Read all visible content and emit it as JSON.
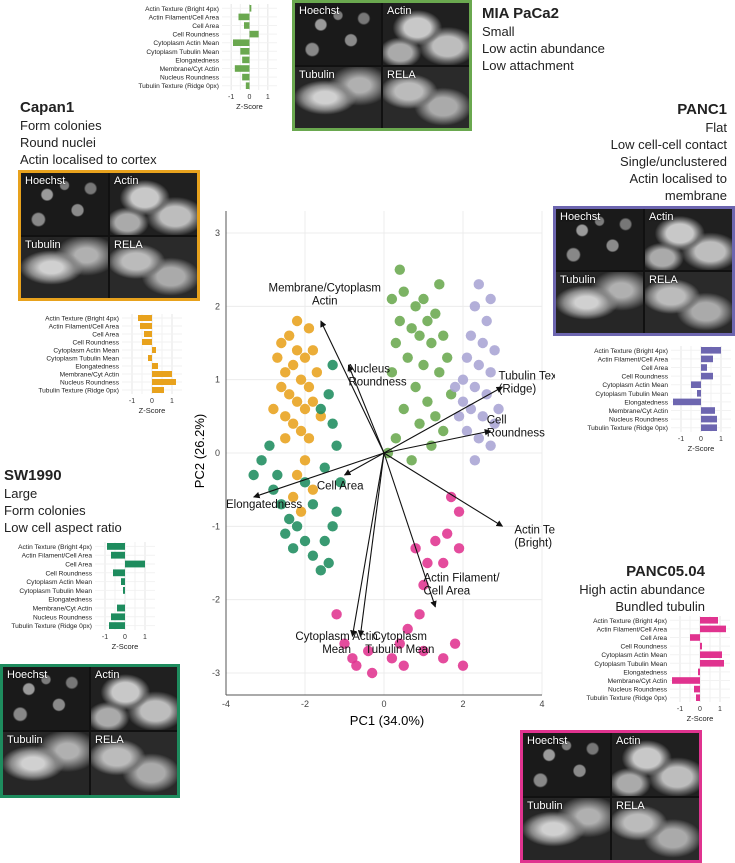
{
  "chart_data": {
    "type": "scatter",
    "xlabel": "PC1 (34.0%)",
    "ylabel": "PC2 (26.2%)",
    "xlim": [
      -4,
      4
    ],
    "ylim": [
      -3.3,
      3.3
    ],
    "x_ticks": [
      -4,
      -2,
      0,
      2,
      4
    ],
    "y_ticks": [
      -3,
      -2,
      -1,
      0,
      1,
      2,
      3
    ],
    "grid": true,
    "series": [
      {
        "name": "Capan1",
        "color": "#E8A21D",
        "points": [
          [
            -2.6,
            1.5
          ],
          [
            -2.4,
            1.6
          ],
          [
            -2.2,
            1.4
          ],
          [
            -2.0,
            1.3
          ],
          [
            -1.8,
            1.4
          ],
          [
            -2.3,
            1.2
          ],
          [
            -2.5,
            1.1
          ],
          [
            -2.1,
            1.0
          ],
          [
            -1.9,
            0.9
          ],
          [
            -2.4,
            0.8
          ],
          [
            -2.2,
            0.7
          ],
          [
            -2.0,
            0.6
          ],
          [
            -1.8,
            0.7
          ],
          [
            -2.5,
            0.5
          ],
          [
            -2.3,
            0.4
          ],
          [
            -2.6,
            0.9
          ],
          [
            -2.1,
            0.3
          ],
          [
            -1.9,
            0.2
          ],
          [
            -2.0,
            -0.1
          ],
          [
            -2.2,
            -0.3
          ],
          [
            -1.7,
            1.1
          ],
          [
            -2.7,
            1.3
          ],
          [
            -1.6,
            0.5
          ],
          [
            -2.8,
            0.6
          ],
          [
            -2.3,
            -0.6
          ],
          [
            -2.1,
            -0.8
          ],
          [
            -1.8,
            -0.5
          ],
          [
            -2.2,
            1.8
          ],
          [
            -1.9,
            1.7
          ],
          [
            -2.5,
            0.2
          ]
        ]
      },
      {
        "name": "MIA PaCa2",
        "color": "#6AA84F",
        "points": [
          [
            0.2,
            2.1
          ],
          [
            0.5,
            2.2
          ],
          [
            0.8,
            2.0
          ],
          [
            1.0,
            2.1
          ],
          [
            1.3,
            1.9
          ],
          [
            0.4,
            1.8
          ],
          [
            0.7,
            1.7
          ],
          [
            0.9,
            1.6
          ],
          [
            1.2,
            1.5
          ],
          [
            1.5,
            1.6
          ],
          [
            0.3,
            1.5
          ],
          [
            0.6,
            1.3
          ],
          [
            1.0,
            1.2
          ],
          [
            1.4,
            1.1
          ],
          [
            0.2,
            1.1
          ],
          [
            0.8,
            0.9
          ],
          [
            1.1,
            0.7
          ],
          [
            1.3,
            0.5
          ],
          [
            0.9,
            0.4
          ],
          [
            1.5,
            0.3
          ],
          [
            0.5,
            0.6
          ],
          [
            0.3,
            0.2
          ],
          [
            1.2,
            0.1
          ],
          [
            0.1,
            0.0
          ],
          [
            0.7,
            -0.1
          ],
          [
            1.6,
            1.3
          ],
          [
            1.7,
            0.8
          ],
          [
            0.4,
            2.5
          ],
          [
            1.1,
            1.8
          ],
          [
            1.4,
            2.3
          ]
        ]
      },
      {
        "name": "PANC1",
        "color": "#A9A4D4",
        "points": [
          [
            2.4,
            2.3
          ],
          [
            2.7,
            2.1
          ],
          [
            2.3,
            2.0
          ],
          [
            2.6,
            1.8
          ],
          [
            2.2,
            1.6
          ],
          [
            2.5,
            1.5
          ],
          [
            2.1,
            1.3
          ],
          [
            2.4,
            1.2
          ],
          [
            2.7,
            1.1
          ],
          [
            2.0,
            1.0
          ],
          [
            2.3,
            0.9
          ],
          [
            2.6,
            0.8
          ],
          [
            2.2,
            0.6
          ],
          [
            2.5,
            0.5
          ],
          [
            2.8,
            0.4
          ],
          [
            2.1,
            0.3
          ],
          [
            2.4,
            0.2
          ],
          [
            2.7,
            0.1
          ],
          [
            2.3,
            -0.1
          ],
          [
            2.9,
            0.6
          ],
          [
            1.9,
            0.5
          ],
          [
            2.0,
            0.7
          ],
          [
            2.8,
            1.4
          ],
          [
            1.8,
            0.9
          ]
        ]
      },
      {
        "name": "SW1990",
        "color": "#1E8C5E",
        "points": [
          [
            -3.3,
            -0.3
          ],
          [
            -3.1,
            -0.1
          ],
          [
            -2.9,
            0.1
          ],
          [
            -2.8,
            -0.5
          ],
          [
            -2.6,
            -0.7
          ],
          [
            -2.4,
            -0.9
          ],
          [
            -2.2,
            -1.0
          ],
          [
            -2.0,
            -1.2
          ],
          [
            -1.8,
            -1.4
          ],
          [
            -1.6,
            -1.6
          ],
          [
            -2.3,
            -1.3
          ],
          [
            -2.7,
            -0.3
          ],
          [
            -1.5,
            -1.2
          ],
          [
            -1.4,
            -1.5
          ],
          [
            -1.3,
            -1.0
          ],
          [
            -1.2,
            -0.8
          ],
          [
            -1.4,
            0.8
          ],
          [
            -1.3,
            0.4
          ],
          [
            -1.2,
            0.1
          ],
          [
            -1.5,
            -0.2
          ],
          [
            -1.1,
            -0.4
          ],
          [
            -1.8,
            -0.7
          ],
          [
            -2.0,
            -0.4
          ],
          [
            -1.6,
            0.6
          ],
          [
            -1.3,
            1.2
          ],
          [
            -2.5,
            -1.1
          ]
        ]
      },
      {
        "name": "PANC05.04",
        "color": "#E0338F",
        "points": [
          [
            1.7,
            -0.6
          ],
          [
            1.9,
            -0.8
          ],
          [
            1.6,
            -1.1
          ],
          [
            1.9,
            -1.3
          ],
          [
            1.5,
            -1.5
          ],
          [
            1.3,
            -1.2
          ],
          [
            1.1,
            -1.5
          ],
          [
            0.8,
            -1.3
          ],
          [
            1.0,
            -1.8
          ],
          [
            0.9,
            -2.2
          ],
          [
            0.6,
            -2.4
          ],
          [
            0.4,
            -2.6
          ],
          [
            0.2,
            -2.8
          ],
          [
            -0.4,
            -2.7
          ],
          [
            -0.8,
            -2.8
          ],
          [
            -1.0,
            -2.6
          ],
          [
            -0.7,
            -2.9
          ],
          [
            -1.2,
            -2.2
          ],
          [
            0.5,
            -2.9
          ],
          [
            1.0,
            -2.7
          ],
          [
            1.5,
            -2.8
          ],
          [
            1.8,
            -2.6
          ],
          [
            -0.3,
            -3.0
          ],
          [
            2.0,
            -2.9
          ]
        ]
      }
    ],
    "loadings": [
      {
        "label": "Membrane/Cytoplasm Actin",
        "x": -1.6,
        "y": 1.8
      },
      {
        "label": "Nucleus Roundness",
        "x": -0.9,
        "y": 1.2
      },
      {
        "label": "Tubulin Texture (Ridge)",
        "x": 3.0,
        "y": 0.9
      },
      {
        "label": "Cell Roundness",
        "x": 2.7,
        "y": 0.3
      },
      {
        "label": "Cell Area",
        "x": -1.0,
        "y": -0.3
      },
      {
        "label": "Elongatedness",
        "x": -3.3,
        "y": -0.6
      },
      {
        "label": "Actin Texture (Bright)",
        "x": 3.0,
        "y": -1.0
      },
      {
        "label": "Actin Filament/ Cell Area",
        "x": 1.3,
        "y": -2.1
      },
      {
        "label": "Cytoplasm Actin Mean",
        "x": -0.8,
        "y": -2.5
      },
      {
        "label": "Cytoplasm Tubulin Mean",
        "x": -0.6,
        "y": -2.5
      }
    ],
    "zscore_features": [
      "Actin Texture (Bright 4px)",
      "Actin Filament/Cell Area",
      "Cell Area",
      "Cell Roundness",
      "Cytoplasm Actin Mean",
      "Cytoplasm Tubulin Mean",
      "Elongatedness",
      "Membrane/Cyt Actin",
      "Nucleus Roundness",
      "Tubulin Texture (Ridge 0px)"
    ],
    "zscore_axis": {
      "label": "Z-Score",
      "ticks": [
        -1,
        0,
        1
      ],
      "lim": [
        -1.5,
        1.5
      ]
    },
    "zscores": {
      "MIA PaCa2": [
        0.1,
        -0.6,
        -0.3,
        0.5,
        -0.9,
        -0.5,
        -0.4,
        -0.8,
        -0.4,
        -0.2
      ],
      "Capan1": [
        -0.7,
        -0.6,
        -0.4,
        -0.5,
        0.2,
        -0.2,
        0.3,
        1.0,
        1.2,
        0.6
      ],
      "PANC1": [
        1.0,
        0.6,
        0.3,
        0.6,
        -0.5,
        -0.2,
        -1.4,
        0.7,
        0.8,
        0.8
      ],
      "SW1990": [
        -0.9,
        -0.7,
        1.0,
        -0.6,
        -0.2,
        -0.1,
        0.0,
        -0.4,
        -0.7,
        -0.8
      ],
      "PANC05.04": [
        0.9,
        1.3,
        -0.5,
        0.1,
        1.1,
        1.2,
        -0.1,
        -1.4,
        -0.3,
        -0.2
      ]
    }
  },
  "cell_lines": [
    {
      "key": "MIA PaCa2",
      "name": "MIA PaCa2",
      "color": "#6AA84F",
      "desc": [
        "Small",
        "Low actin abundance",
        "Low attachment"
      ]
    },
    {
      "key": "Capan1",
      "name": "Capan1",
      "color": "#E8A21D",
      "desc": [
        "Form colonies",
        "Round nuclei",
        "Actin localised to cortex"
      ]
    },
    {
      "key": "PANC1",
      "name": "PANC1",
      "color": "#6D66B0",
      "desc": [
        "Flat",
        "Low cell-cell contact",
        "Single/unclustered",
        "Actin localised to",
        "membrane"
      ]
    },
    {
      "key": "SW1990",
      "name": "SW1990",
      "color": "#1E8C5E",
      "desc": [
        "Large",
        "Form colonies",
        "Low cell aspect ratio"
      ]
    },
    {
      "key": "PANC05.04",
      "name": "PANC05.04",
      "color": "#E0338F",
      "desc": [
        "High actin abundance",
        "Bundled tubulin"
      ]
    }
  ],
  "image_panel_labels": [
    "Hoechst",
    "Actin",
    "Tubulin",
    "RELA"
  ]
}
